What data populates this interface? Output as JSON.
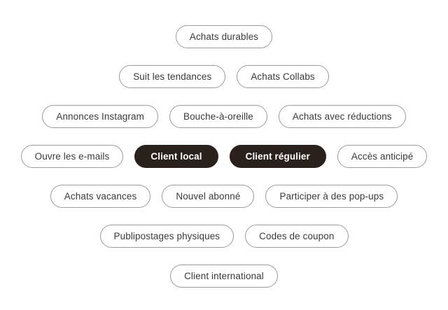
{
  "diagram": {
    "type": "tag-cloud",
    "background_color": "#ffffff",
    "pill_border_color": "#9b9b9b",
    "pill_text_color": "#3a3a3a",
    "highlight_background_color": "#2b211c",
    "highlight_text_color": "#ffffff",
    "rows": [
      {
        "tags": [
          {
            "label": "Achats durables",
            "highlighted": false
          }
        ]
      },
      {
        "tags": [
          {
            "label": "Suit les tendances",
            "highlighted": false
          },
          {
            "label": "Achats Collabs",
            "highlighted": false
          }
        ]
      },
      {
        "tags": [
          {
            "label": "Annonces Instagram",
            "highlighted": false
          },
          {
            "label": "Bouche-à-oreille",
            "highlighted": false
          },
          {
            "label": "Achats avec réductions",
            "highlighted": false
          }
        ]
      },
      {
        "tags": [
          {
            "label": "Ouvre les e-mails",
            "highlighted": false
          },
          {
            "label": "Client local",
            "highlighted": true
          },
          {
            "label": "Client régulier",
            "highlighted": true
          },
          {
            "label": "Accès anticipé",
            "highlighted": false
          }
        ]
      },
      {
        "tags": [
          {
            "label": "Achats vacances",
            "highlighted": false
          },
          {
            "label": "Nouvel abonné",
            "highlighted": false
          },
          {
            "label": "Participer à des pop-ups",
            "highlighted": false
          }
        ]
      },
      {
        "tags": [
          {
            "label": "Publipostages physiques",
            "highlighted": false
          },
          {
            "label": "Codes de coupon",
            "highlighted": false
          }
        ]
      },
      {
        "tags": [
          {
            "label": "Client international",
            "highlighted": false
          }
        ]
      }
    ]
  }
}
